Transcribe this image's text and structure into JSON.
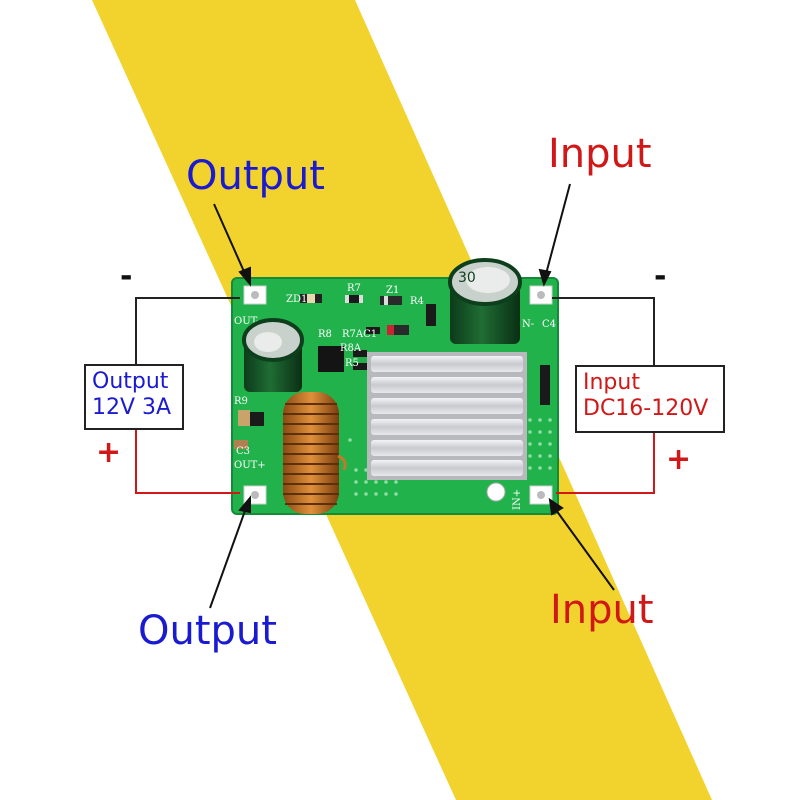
{
  "labels": {
    "output_top": "Output",
    "output_bottom": "Output",
    "input_top": "Input",
    "input_bottom": "Input"
  },
  "output_box": {
    "line1": "Output",
    "line2": "12V 3A"
  },
  "input_box": {
    "line1": "Input",
    "line2": "DC16-120V"
  },
  "signs": {
    "out_minus": "-",
    "out_plus": "+",
    "in_minus": "-",
    "in_plus": "+"
  },
  "silkscreen": {
    "out_minus": "OUT-",
    "out_plus": "OUT+",
    "in_plus": "IN+",
    "in_minus": "N-",
    "r7": "R7",
    "z1": "Z1",
    "zd1": "ZD1",
    "r4": "R4",
    "r8": "R8",
    "r7ac1": "R7AC1",
    "r8a": "R8A",
    "r5": "R5",
    "r9": "R9",
    "c3": "C3",
    "c4": "C4"
  },
  "colors": {
    "stripe": "#f2d22c",
    "pcb": "#22b24c",
    "output_text": "#1a1ad0",
    "input_text": "#d01818",
    "wire_red": "#d01818",
    "wire_black": "#222222"
  }
}
